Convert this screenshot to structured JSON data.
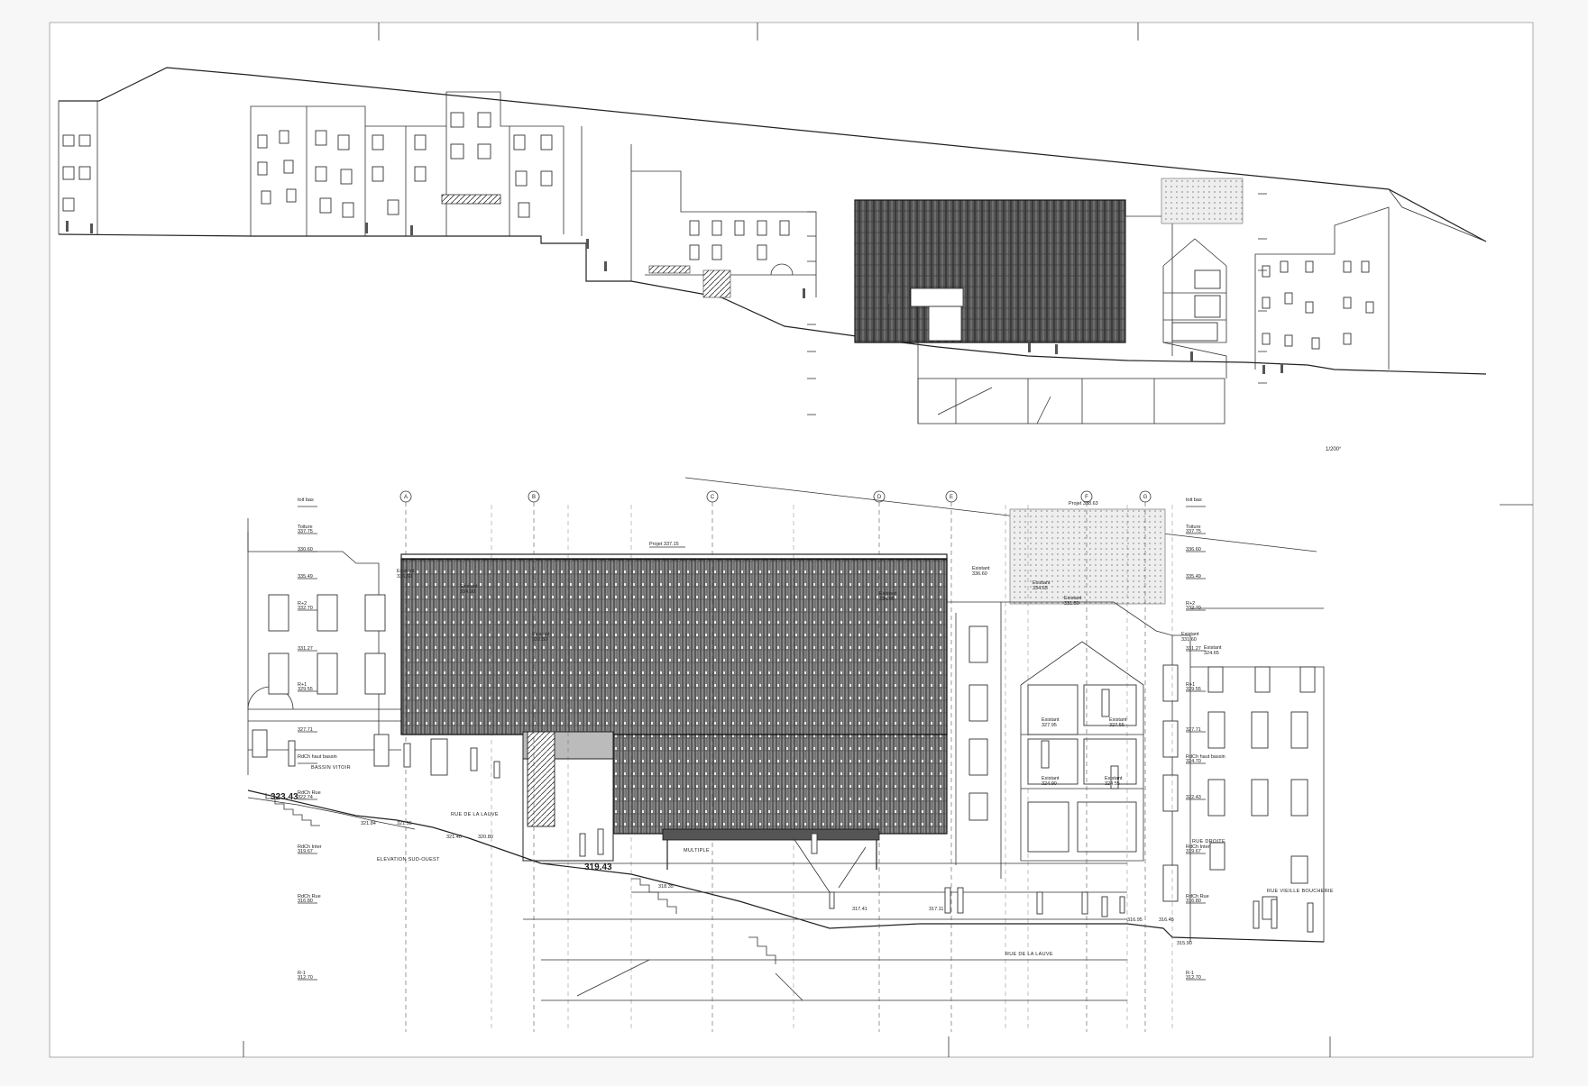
{
  "scale": "1/200°",
  "upper_drawing": {
    "level_markers": [
      "",
      "",
      "",
      "",
      "",
      "",
      "",
      ""
    ]
  },
  "lower_drawing": {
    "grid_axes": [
      "A",
      "B",
      "C",
      "D",
      "E",
      "F",
      "G"
    ],
    "left_levels": [
      {
        "name": "toit bas",
        "value": ""
      },
      {
        "name": "Toiture",
        "value": "337.75"
      },
      {
        "name": "",
        "value": "330.60"
      },
      {
        "name": "",
        "value": "335.49"
      },
      {
        "name": "R+2",
        "value": "332.70"
      },
      {
        "name": "",
        "value": "331.27"
      },
      {
        "name": "R+1",
        "value": "329.55"
      },
      {
        "name": "",
        "value": "327.71"
      },
      {
        "name": "RdCh haut bassin",
        "value": ""
      },
      {
        "name": "RdCh Rue",
        "value": "322.74"
      },
      {
        "name": "RdCh Inter",
        "value": "319.67"
      },
      {
        "name": "RdCh Rue",
        "value": "316.80"
      },
      {
        "name": "R-1",
        "value": "312.70"
      }
    ],
    "right_levels": [
      {
        "name": "toit bas",
        "value": ""
      },
      {
        "name": "Toiture",
        "value": "337.75"
      },
      {
        "name": "",
        "value": "336.60"
      },
      {
        "name": "",
        "value": "335.49"
      },
      {
        "name": "R+2",
        "value": "332.70"
      },
      {
        "name": "",
        "value": "331.27"
      },
      {
        "name": "R+1",
        "value": "329.55"
      },
      {
        "name": "",
        "value": "327.71"
      },
      {
        "name": "RdCh haut bassin",
        "value": "324.70"
      },
      {
        "name": "",
        "value": "322.43"
      },
      {
        "name": "RdCh Inter",
        "value": "319.67"
      },
      {
        "name": "RdCh Rue",
        "value": "316.80"
      },
      {
        "name": "R-1",
        "value": "312.70"
      }
    ],
    "projet_label": "Projet 337.15",
    "existant_labels": [
      {
        "text": "Existant",
        "value": "336.60"
      },
      {
        "text": "Existant",
        "value": "334.90"
      },
      {
        "text": "Existant",
        "value": "332.50"
      },
      {
        "text": "Existant",
        "value": "336.60"
      },
      {
        "text": "Existant",
        "value": "334.90"
      },
      {
        "text": "Existant",
        "value": "331.50"
      },
      {
        "text": "Existant",
        "value": "334.65"
      },
      {
        "text": "Existant",
        "value": "331.60"
      },
      {
        "text": "Existant",
        "value": "324.65"
      }
    ],
    "street_labels": {
      "bassin": "BASSIN VITOIR",
      "rue_lauve_1": "RUE DE LA LAUVE",
      "elevation": "ELEVATION SUD-OUEST",
      "multiple": "MULTIPLE",
      "rue_lauve_2": "RUE DE LA LAUVE",
      "rue_droite": "RUE DROITE",
      "rue_vieille": "RUE VIEILLE BOUCHERIE"
    },
    "spot_levels": {
      "big_left": "323.43",
      "big_mid": "319.43",
      "s1": "321.84",
      "s2": "321.55",
      "s3": "321.40",
      "s4": "320.80",
      "s5": "318.35",
      "s6": "317.41",
      "s7": "317.11",
      "s8": "316.95",
      "s9": "316.45",
      "s10": "315.90",
      "top_right": "Projet 338.63"
    },
    "interior_labels": [
      {
        "text": "Existant",
        "value": "327.95"
      },
      {
        "text": "Existant",
        "value": "327.55"
      },
      {
        "text": "Existant",
        "value": "324.90"
      },
      {
        "text": "Existant",
        "value": "324.55"
      }
    ]
  }
}
